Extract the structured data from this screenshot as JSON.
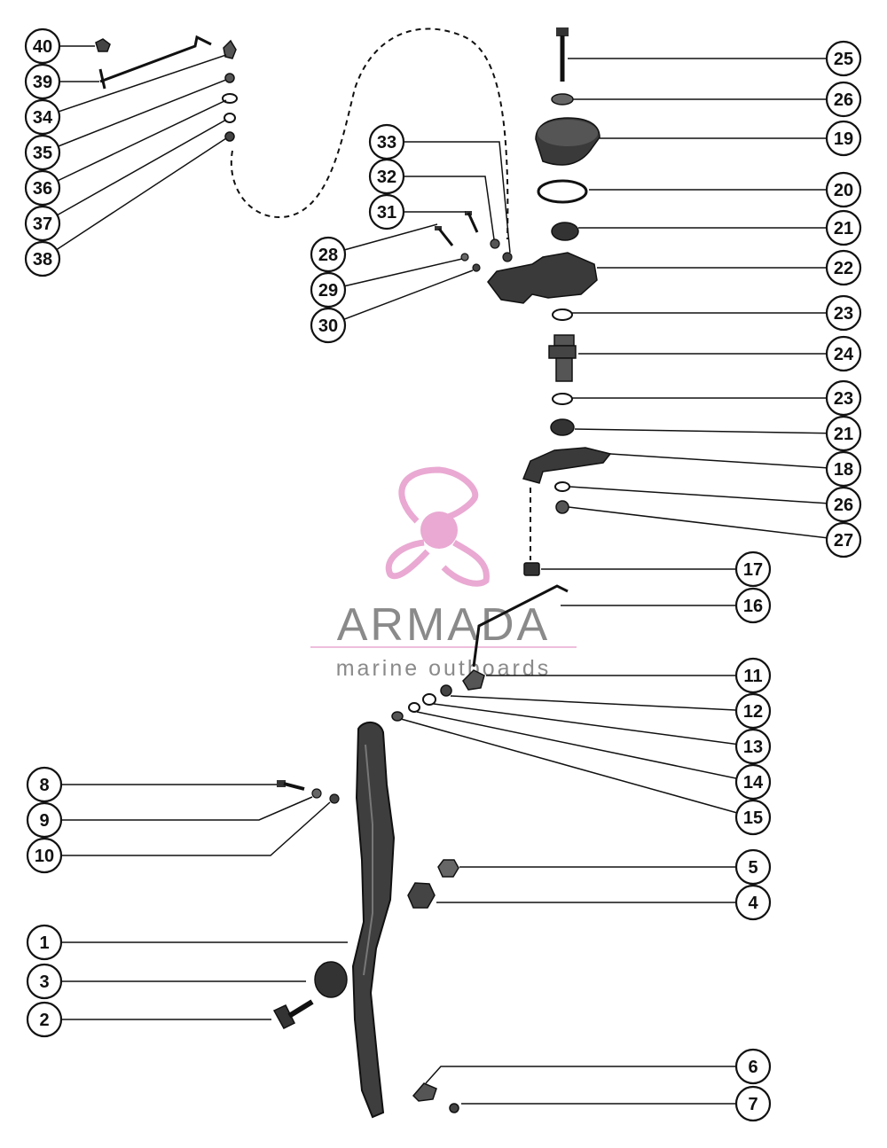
{
  "watermark": {
    "brand": "ARMADA",
    "tagline": "marine outboards",
    "logo_color": "#e9a9d2",
    "text_color": "#8a8a8a"
  },
  "callouts": [
    {
      "id": "c40",
      "label": "40"
    },
    {
      "id": "c39",
      "label": "39"
    },
    {
      "id": "c34",
      "label": "34"
    },
    {
      "id": "c35",
      "label": "35"
    },
    {
      "id": "c36",
      "label": "36"
    },
    {
      "id": "c37",
      "label": "37"
    },
    {
      "id": "c38",
      "label": "38"
    },
    {
      "id": "c33",
      "label": "33"
    },
    {
      "id": "c32",
      "label": "32"
    },
    {
      "id": "c31",
      "label": "31"
    },
    {
      "id": "c28",
      "label": "28"
    },
    {
      "id": "c29",
      "label": "29"
    },
    {
      "id": "c30",
      "label": "30"
    },
    {
      "id": "c25",
      "label": "25"
    },
    {
      "id": "c26a",
      "label": "26"
    },
    {
      "id": "c19",
      "label": "19"
    },
    {
      "id": "c20",
      "label": "20"
    },
    {
      "id": "c21a",
      "label": "21"
    },
    {
      "id": "c22",
      "label": "22"
    },
    {
      "id": "c23a",
      "label": "23"
    },
    {
      "id": "c24",
      "label": "24"
    },
    {
      "id": "c23b",
      "label": "23"
    },
    {
      "id": "c21b",
      "label": "21"
    },
    {
      "id": "c18",
      "label": "18"
    },
    {
      "id": "c26b",
      "label": "26"
    },
    {
      "id": "c27",
      "label": "27"
    },
    {
      "id": "c17",
      "label": "17"
    },
    {
      "id": "c16",
      "label": "16"
    },
    {
      "id": "c11",
      "label": "11"
    },
    {
      "id": "c12",
      "label": "12"
    },
    {
      "id": "c13",
      "label": "13"
    },
    {
      "id": "c14",
      "label": "14"
    },
    {
      "id": "c15",
      "label": "15"
    },
    {
      "id": "c8",
      "label": "8"
    },
    {
      "id": "c9",
      "label": "9"
    },
    {
      "id": "c10",
      "label": "10"
    },
    {
      "id": "c5",
      "label": "5"
    },
    {
      "id": "c4",
      "label": "4"
    },
    {
      "id": "c1",
      "label": "1"
    },
    {
      "id": "c3",
      "label": "3"
    },
    {
      "id": "c2",
      "label": "2"
    },
    {
      "id": "c6",
      "label": "6"
    },
    {
      "id": "c7",
      "label": "7"
    }
  ]
}
